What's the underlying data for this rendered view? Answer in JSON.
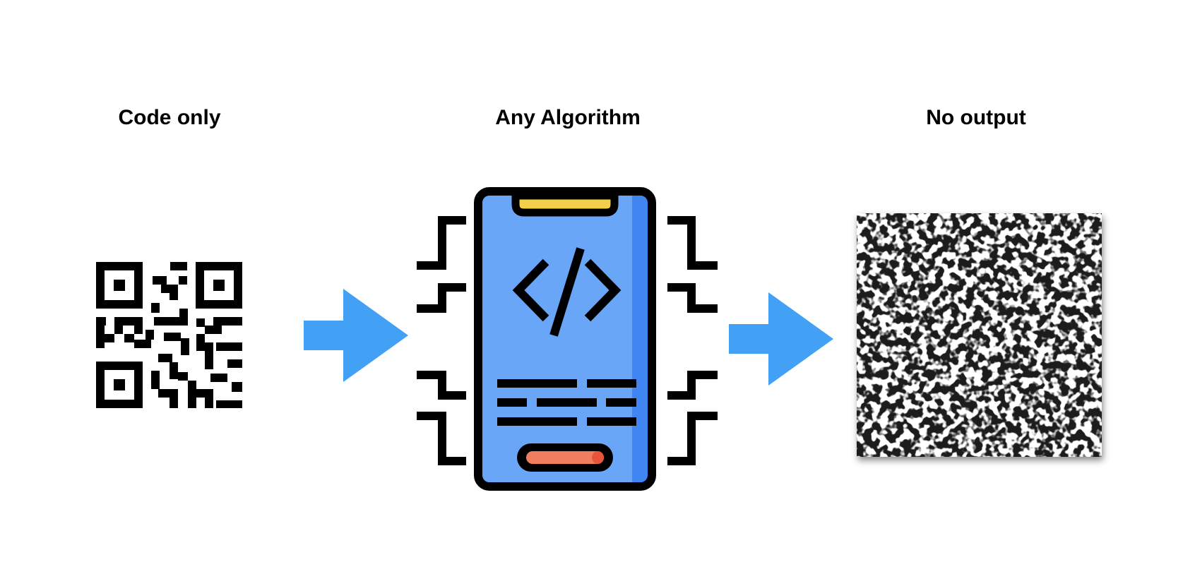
{
  "labels": {
    "input": "Code only",
    "algorithm": "Any Algorithm",
    "output": "No output"
  },
  "colors": {
    "arrow": "#42a0f5",
    "phone_body": "#6aa6f8",
    "phone_edge": "#3f86f2",
    "phone_outline": "#000000",
    "notch": "#f5cf4a",
    "button": "#f07e5e",
    "button_tip": "#e8553a",
    "noise_dark": "#1a1a1a",
    "noise_light": "#ffffff"
  },
  "icons": {
    "input": "qr-code-icon",
    "algorithm": "smartphone-code-icon",
    "output": "random-noise-image",
    "connector": "right-arrow-icon"
  }
}
